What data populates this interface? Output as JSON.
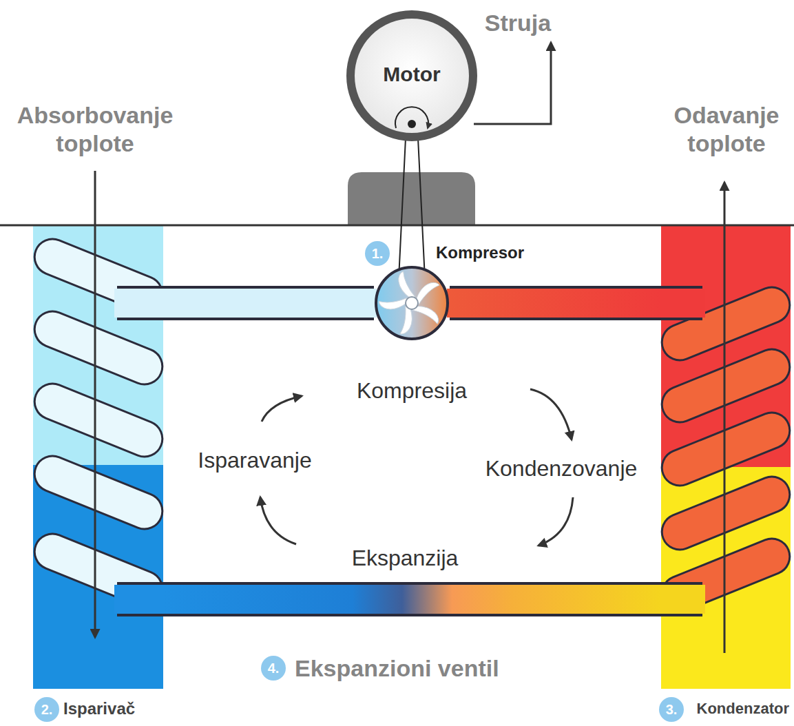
{
  "diagram": {
    "nodes": [
      {
        "text": [
          "Motor"
        ]
      },
      {
        "text": [
          "Kompresor"
        ]
      },
      {
        "text": [
          "Isparivač"
        ]
      },
      {
        "text": [
          "Kondenzator"
        ]
      }
    ],
    "edges": [
      {
        "from": 0,
        "to": 1,
        "arrow": "none"
      },
      {
        "from": 2,
        "to": 1,
        "arrow": "none"
      },
      {
        "from": 1,
        "to": 3,
        "arrow": "none"
      },
      {
        "from": 3,
        "to": 2,
        "arrow": "none"
      }
    ],
    "labels": [
      "Struja",
      "Absorbovanje toplote",
      "Odavanje toplote",
      "1.",
      "Kompresija",
      "Isparavanje",
      "Kondenzovanje",
      "Ekspanzija",
      "4.",
      "Ekspanzioni ventil",
      "2.",
      "3."
    ]
  }
}
